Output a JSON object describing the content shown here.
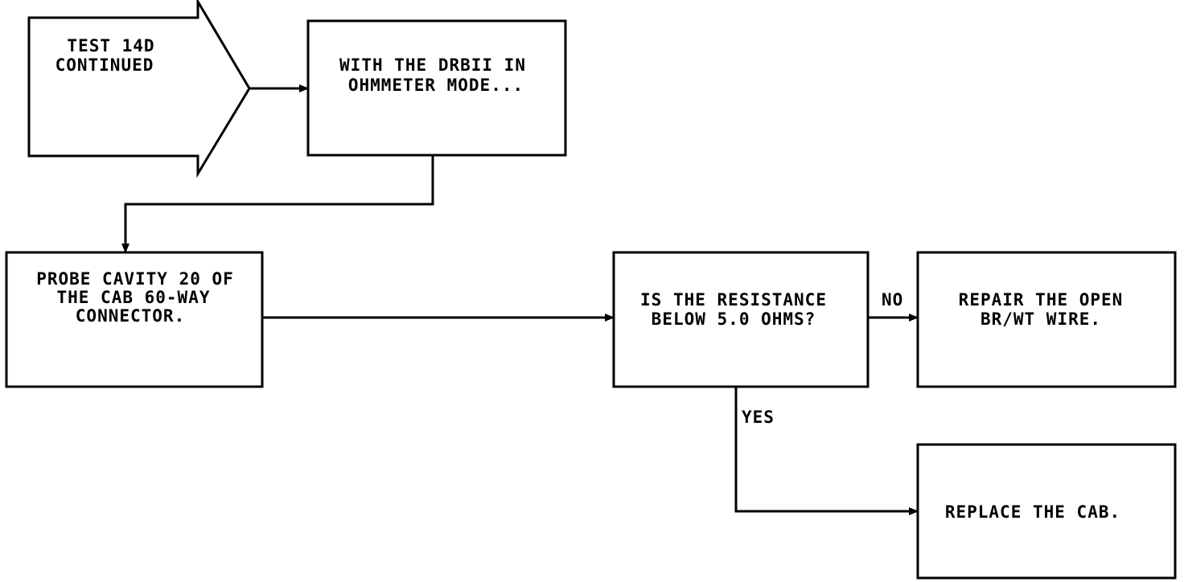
{
  "nodes": {
    "start": {
      "line1": "TEST 14D",
      "line2": "CONTINUED"
    },
    "ohmmeter": {
      "line1": "WITH THE DRBII IN",
      "line2": "OHMMETER MODE..."
    },
    "probe": {
      "line1": "PROBE CAVITY 20 OF",
      "line2": "THE CAB 60-WAY",
      "line3": "CONNECTOR."
    },
    "decision": {
      "line1": "IS THE RESISTANCE",
      "line2": "BELOW 5.0 OHMS?"
    },
    "repair": {
      "line1": "REPAIR THE OPEN",
      "line2": "BR/WT WIRE."
    },
    "replace": {
      "line1": "REPLACE THE CAB."
    }
  },
  "edges": {
    "no_label": "NO",
    "yes_label": "YES"
  },
  "colors": {
    "stroke": "#000000",
    "background": "#ffffff"
  }
}
